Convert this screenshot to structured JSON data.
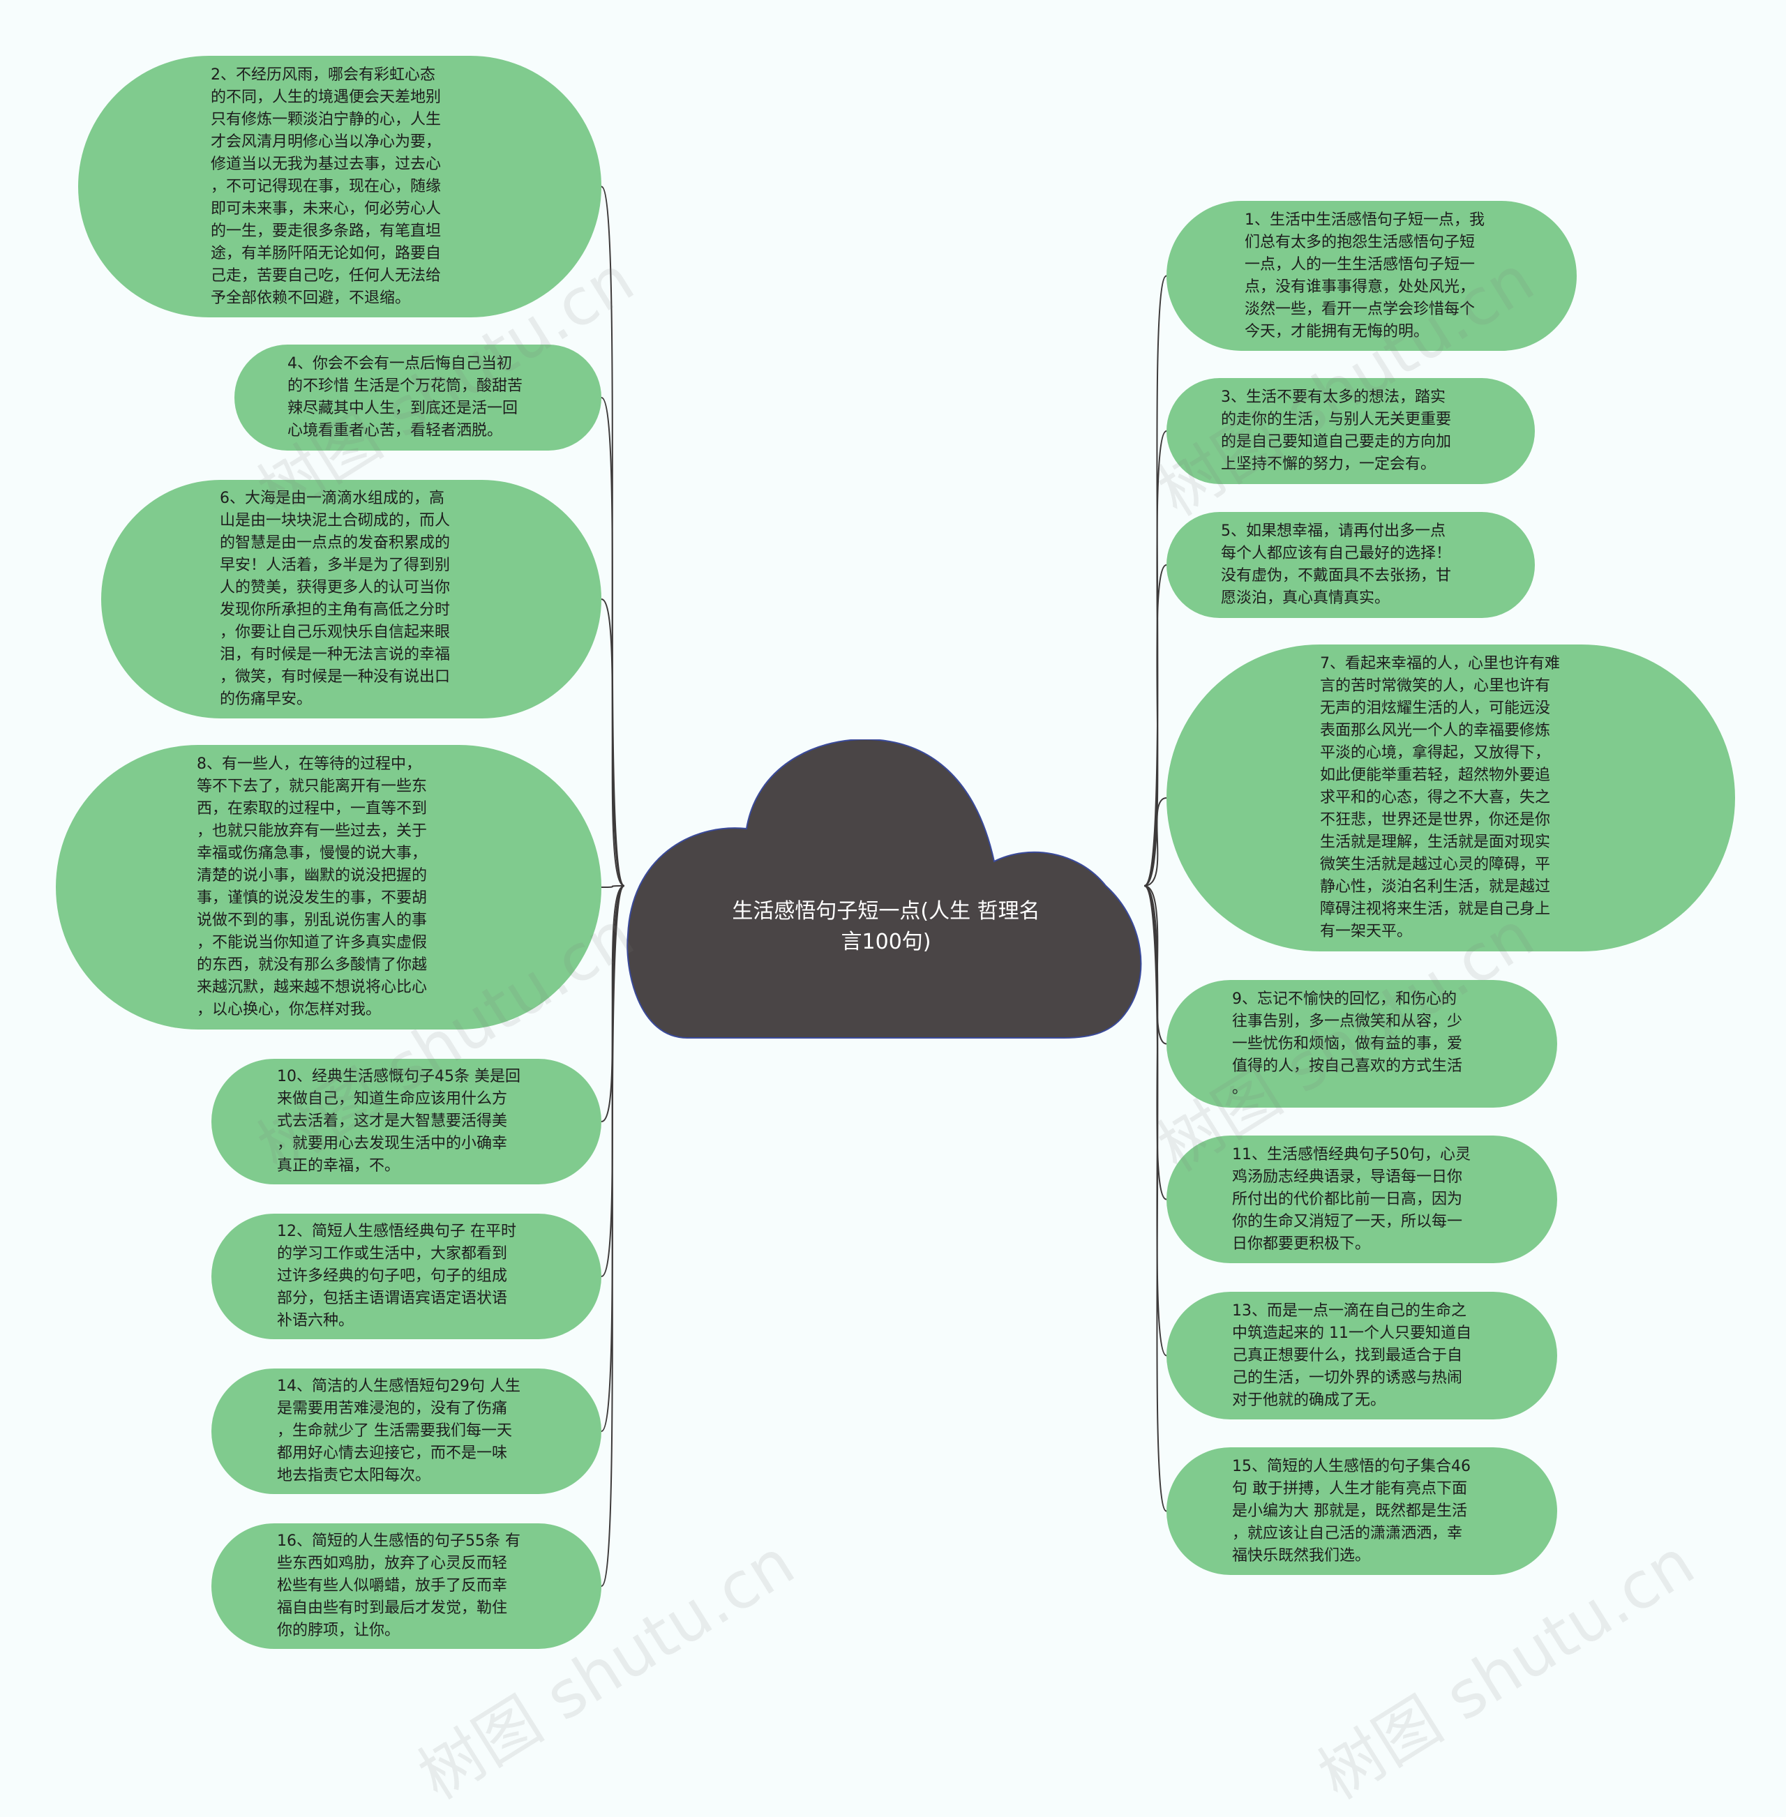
{
  "center": {
    "title": "生活感悟句子短一点(人生\n哲理名言100句)"
  },
  "left_nodes": [
    {
      "text": "2、不经历风雨，哪会有彩虹心态\n的不同，人生的境遇便会天差地别\n只有修炼一颗淡泊宁静的心，人生\n才会风清月明修心当以净心为要，\n修道当以无我为基过去事，过去心\n，不可记得现在事，现在心，随缘\n即可未来事，未来心，何必劳心人\n的一生，要走很多条路，有笔直坦\n途，有羊肠阡陌无论如何，路要自\n己走，苦要自己吃，任何人无法给\n予全部依赖不回避，不退缩。"
    },
    {
      "text": "4、你会不会有一点后悔自己当初\n的不珍惜 生活是个万花筒，酸甜苦\n辣尽藏其中人生，到底还是活一回\n心境看重者心苦，看轻者洒脱。"
    },
    {
      "text": "6、大海是由一滴滴水组成的，高\n山是由一块块泥土合砌成的，而人\n的智慧是由一点点的发奋积累成的\n早安！人活着，多半是为了得到别\n人的赞美，获得更多人的认可当你\n发现你所承担的主角有高低之分时\n，你要让自己乐观快乐自信起来眼\n泪，有时候是一种无法言说的幸福\n，微笑，有时候是一种没有说出口\n的伤痛早安。"
    },
    {
      "text": "8、有一些人，在等待的过程中，\n等不下去了，就只能离开有一些东\n西，在索取的过程中，一直等不到\n，也就只能放弃有一些过去，关于\n幸福或伤痛急事，慢慢的说大事，\n清楚的说小事，幽默的说没把握的\n事，谨慎的说没发生的事，不要胡\n说做不到的事，别乱说伤害人的事\n，不能说当你知道了许多真实虚假\n的东西，就没有那么多酸情了你越\n来越沉默，越来越不想说将心比心\n，以心换心，你怎样对我。"
    },
    {
      "text": "10、经典生活感慨句子45条 美是回\n来做自己，知道生命应该用什么方\n式去活着，这才是大智慧要活得美\n，就要用心去发现生活中的小确幸\n真正的幸福，不。"
    },
    {
      "text": "12、简短人生感悟经典句子 在平时\n的学习工作或生活中，大家都看到\n过许多经典的句子吧，句子的组成\n部分，包括主语谓语宾语定语状语\n补语六种。"
    },
    {
      "text": "14、简洁的人生感悟短句29句 人生\n是需要用苦难浸泡的，没有了伤痛\n，生命就少了 生活需要我们每一天\n都用好心情去迎接它，而不是一味\n地去指责它太阳每次。"
    },
    {
      "text": "16、简短的人生感悟的句子55条 有\n些东西如鸡肋，放弃了心灵反而轻\n松些有些人似嚼蜡，放手了反而幸\n福自由些有时到最后才发觉，勒住\n你的脖项，让你。"
    }
  ],
  "right_nodes": [
    {
      "text": "1、生活中生活感悟句子短一点，我\n们总有太多的抱怨生活感悟句子短\n一点，人的一生生活感悟句子短一\n点，没有谁事事得意，处处风光，\n淡然一些，看开一点学会珍惜每个\n今天，才能拥有无悔的明。"
    },
    {
      "text": "3、生活不要有太多的想法，踏实\n的走你的生活，与别人无关更重要\n的是自己要知道自己要走的方向加\n上坚持不懈的努力，一定会有。"
    },
    {
      "text": "5、如果想幸福，请再付出多一点\n每个人都应该有自己最好的选择！\n没有虚伪，不戴面具不去张扬，甘\n愿淡泊，真心真情真实。"
    },
    {
      "text": "7、看起来幸福的人，心里也许有难\n言的苦时常微笑的人，心里也许有\n无声的泪炫耀生活的人，可能远没\n表面那么风光一个人的幸福要修炼\n平淡的心境，拿得起，又放得下，\n如此便能举重若轻，超然物外要追\n求平和的心态，得之不大喜，失之\n不狂悲，世界还是世界，你还是你\n生活就是理解，生活就是面对现实\n微笑生活就是越过心灵的障碍，平\n静心性，淡泊名利生活，就是越过\n障碍注视将来生活，就是自己身上\n有一架天平。"
    },
    {
      "text": "9、忘记不愉快的回忆，和伤心的\n往事告别，多一点微笑和从容，少\n一些忧伤和烦恼，做有益的事，爱\n值得的人，按自己喜欢的方式生活\n。"
    },
    {
      "text": "11、生活感悟经典句子50句，心灵\n鸡汤励志经典语录，导语每一日你\n所付出的代价都比前一日高，因为\n你的生命又消短了一天，所以每一\n日你都要更积极下。"
    },
    {
      "text": "13、而是一点一滴在自己的生命之\n中筑造起来的 11一个人只要知道自\n己真正想要什么，找到最适合于自\n己的生活，一切外界的诱惑与热闹\n对于他就的确成了无。"
    },
    {
      "text": "15、简短的人生感悟的句子集合46\n句 敢于拼搏，人生才能有亮点下面\n是小编为大 那就是，既然都是生活\n，就应该让自己活的潇潇洒洒，幸\n福快乐既然我们选。"
    }
  ],
  "watermark": [
    "树图 shutu.cn",
    "树图 shutu.cn",
    "树图 shutu.cn",
    "树图 shutu.cn",
    "树图 shutu.cn",
    "树图 shutu.cn"
  ],
  "colors": {
    "node": "#80cb8e",
    "center": "#4a4546",
    "line": "#3d3a3a",
    "background": "#f7fdfd"
  }
}
